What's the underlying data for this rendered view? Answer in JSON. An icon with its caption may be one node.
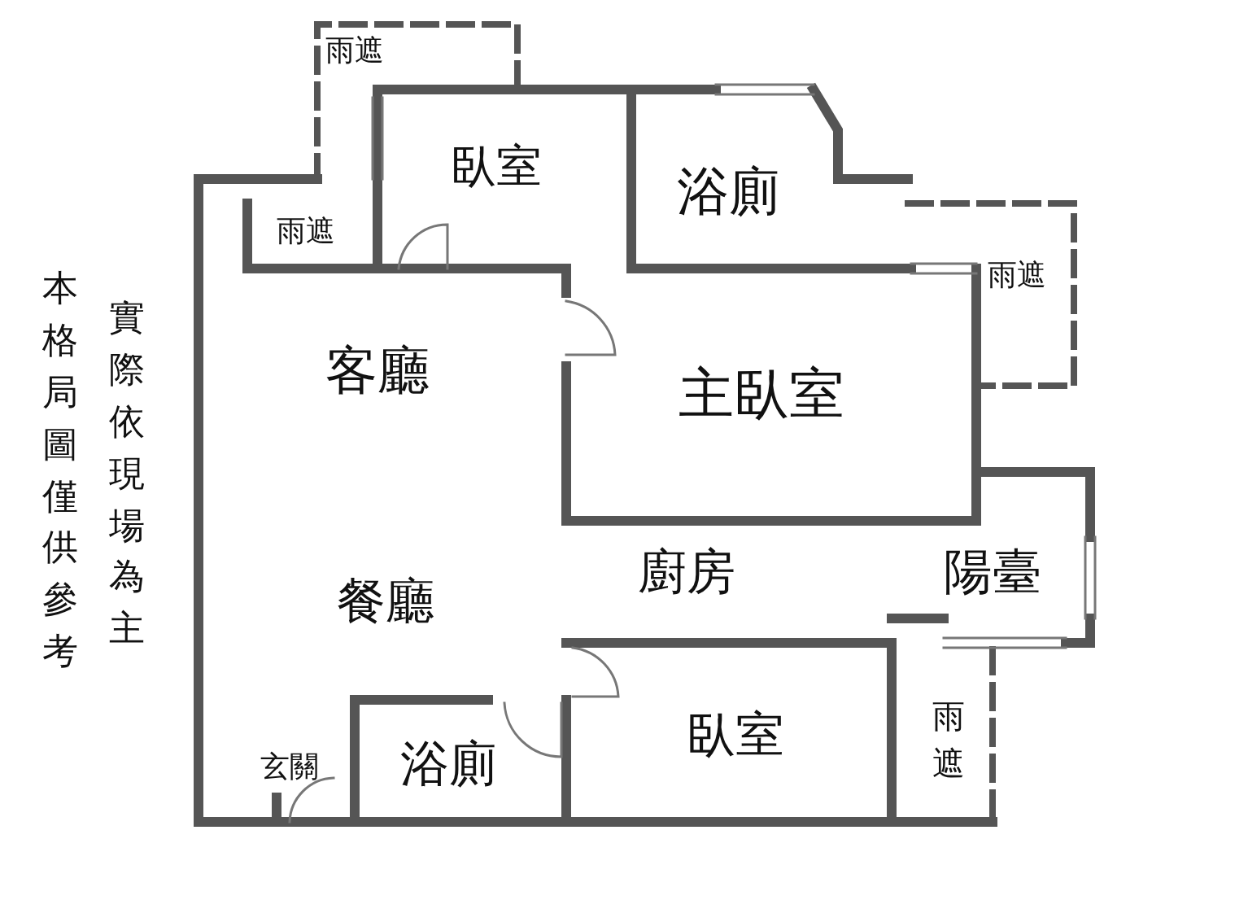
{
  "diagram": {
    "labels": [
      "雨遮",
      "臥室",
      "浴廁",
      "雨遮",
      "雨遮",
      "客廳",
      "主臥室",
      "本格局圖僅供參考",
      "實際依現場為主",
      "餐廳",
      "廚房",
      "陽臺",
      "臥室",
      "雨遮",
      "玄關",
      "浴廁"
    ]
  }
}
